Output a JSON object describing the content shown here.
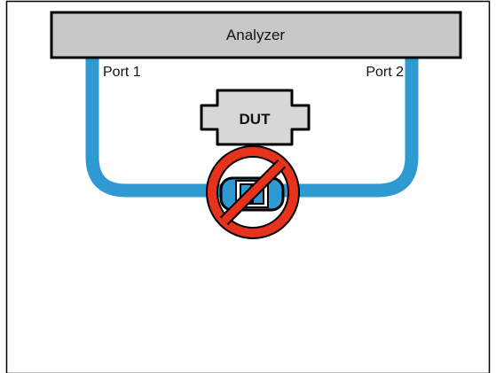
{
  "analyzer": {
    "label": "Analyzer"
  },
  "ports": {
    "port1_label": "Port 1",
    "port2_label": "Port 2"
  },
  "dut": {
    "label": "DUT"
  },
  "prohibition": {
    "icon": "prohibition-sign-icon"
  },
  "colors": {
    "analyzer_fill": "#c8c8c8",
    "cable": "#2f9ad2",
    "prohibition_red": "#e8331c",
    "dut_fill": "#d7d7d7",
    "adapter_fill": "#2f9ad2"
  }
}
